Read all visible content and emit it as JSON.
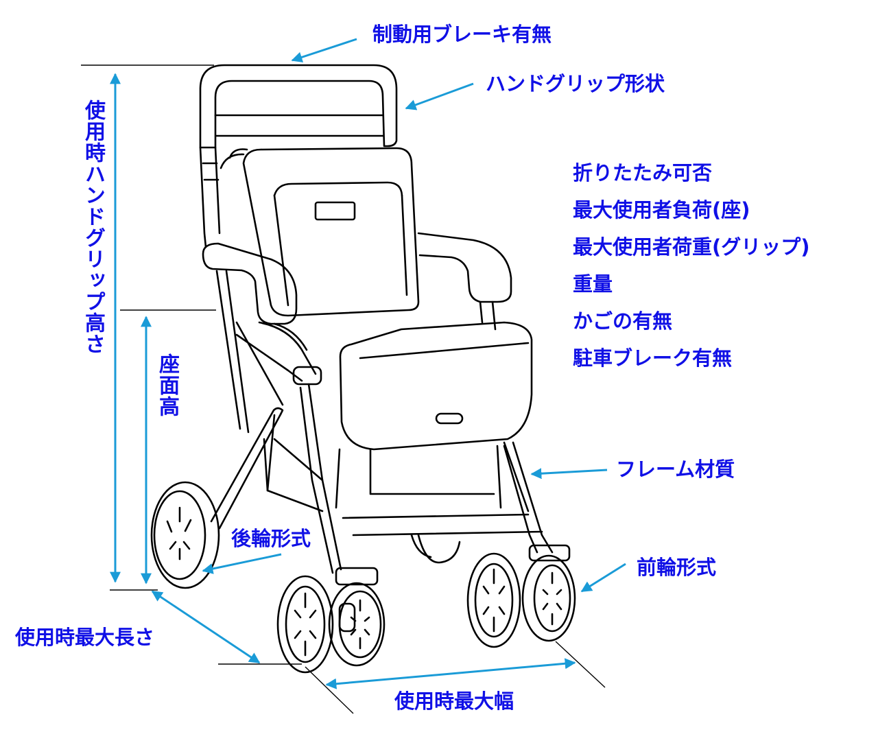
{
  "labels": {
    "brake": "制動用ブレーキ有無",
    "grip_shape": "ハンドグリップ形状",
    "frame_material": "フレーム材質",
    "rear_wheel": "後輪形式",
    "front_wheel": "前輪形式",
    "max_length": "使用時最大長さ",
    "max_width": "使用時最大幅",
    "grip_height": "使用時ハンドグリップ高さ",
    "seat_height": "座面高"
  },
  "spec_list": [
    "折りたたみ可否",
    "最大使用者負荷(座)",
    "最大使用者荷重(グリップ)",
    "重量",
    "かごの有無",
    "駐車ブレーク有無"
  ],
  "colors": {
    "label": "#1010e6",
    "arrow": "#1a9bd7",
    "drawing": "#000000"
  }
}
